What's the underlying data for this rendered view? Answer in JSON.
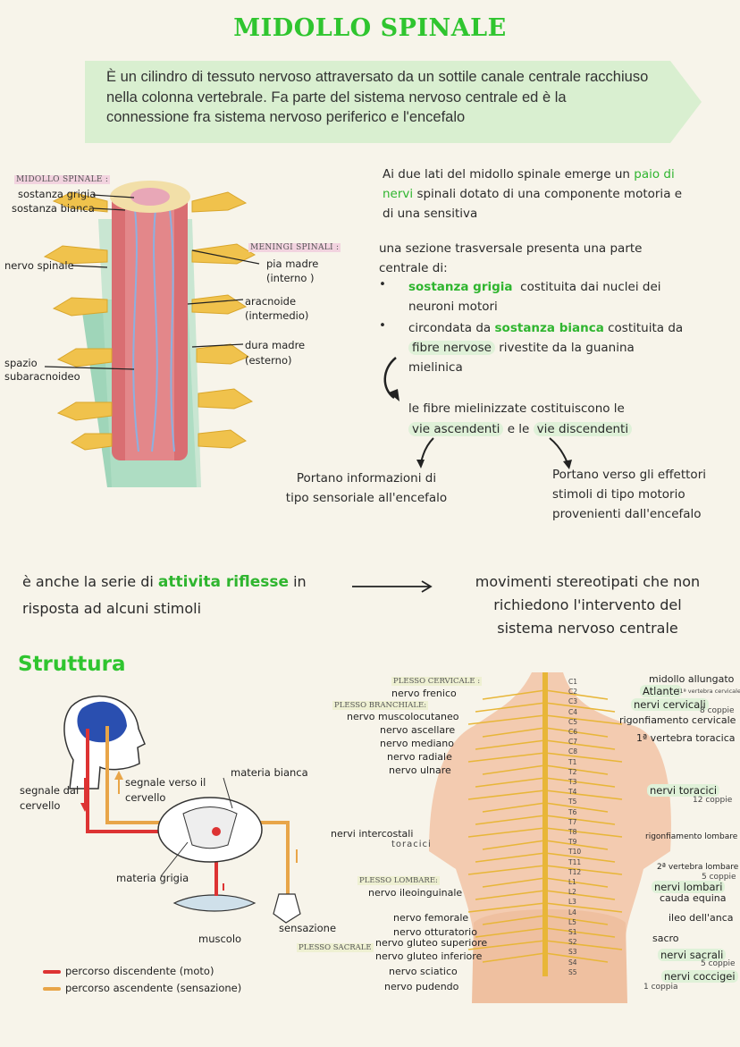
{
  "title": "MIDOLLO SPINALE",
  "intro": "È un cilindro di tessuto nervoso attraversato da un sottile canale centrale racchiuso nella colonna vertebrale. Fa parte del sistema nervoso centrale ed è la connessione fra sistema nervoso periferico e l'encefalo",
  "spinal_labels": {
    "header": "MIDOLLO SPINALE :",
    "grey": "sostanza grigia",
    "white": "sostanza bianca",
    "nerve": "nervo spinale",
    "space1": "spazio",
    "space2": "subaracnoideo",
    "meninges": "MENINGI SPINALI :",
    "pia1": "pia madre",
    "pia2": "(interno )",
    "arac1": "aracnoide",
    "arac2": "(intermedio)",
    "dura1": "dura madre",
    "dura2": "(esterno)"
  },
  "right_notes": {
    "p1a": "Ai due lati del midollo spinale emerge un",
    "p1b": "paio di",
    "p1c": "nervi",
    "p1d": "spinali dotato di una componente motoria e",
    "p1e": "di una sensitiva",
    "p2a": "una sezione trasversale presenta una parte",
    "p2b": "centrale di:",
    "b1a": "sostanza grigia",
    "b1b": "costituita dai nuclei dei",
    "b1c": "neuroni motori",
    "b2a": "circondata da",
    "b2b": "sostanza bianca",
    "b2c": "costituita da",
    "b2d": "fibre nervose",
    "b2e": "rivestite da la guanina",
    "b2f": "mielinica",
    "p3a": "le fibre mielinizzate costituiscono le",
    "p3b": "vie ascendenti",
    "p3c": "e le",
    "p3d": "vie discendenti",
    "left1": "Portano informazioni di",
    "left2": "tipo sensoriale all'encefalo",
    "right1": "Portano verso gli effettori",
    "right2": "stimoli di tipo motorio",
    "right3": "provenienti dall'encefalo"
  },
  "reflex": {
    "a": "è anche la serie di",
    "b": "attivita riflesse",
    "c": "in",
    "d": "risposta ad alcuni stimoli",
    "r1": "movimenti stereotipati che non",
    "r2": "richiedono l'intervento del",
    "r3": "sistema nervoso centrale"
  },
  "struttura": {
    "heading": "Struttura",
    "signal_from1": "segnale dal",
    "signal_from2": "cervello",
    "signal_to1": "segnale verso il",
    "signal_to2": "cervello",
    "white_matter": "materia bianca",
    "grey_matter": "materia grigia",
    "muscle": "muscolo",
    "sensation": "sensazione",
    "legend_down": "percorso discendente (moto)",
    "legend_up": "percorso ascendente (sensazione)"
  },
  "anatomy": {
    "left": [
      "PLESSO CERVICALE :",
      "nervo frenico",
      "PLESSO BRANCHIALE:",
      "nervo muscolocutaneo",
      "nervo ascellare",
      "nervo mediano",
      "nervo radiale",
      "nervo ulnare",
      "nervi intercostali",
      "toracici",
      "PLESSO LOMBARE:",
      "nervo ileoinguinale",
      "nervo femorale",
      "nervo otturatorio",
      "PLESSO SACRALE",
      "nervo gluteo superiore",
      "nervo gluteo inferiore",
      "nervo sciatico",
      "nervo pudendo"
    ],
    "right": [
      "midollo allungato",
      "Atlante",
      "(1ª vertebra cervicale)",
      "nervi cervicali",
      "8 coppie",
      "rigonfiamento cervicale",
      "1ª vertebra toracica",
      "nervi toracici",
      "12 coppie",
      "rigonfiamento lombare",
      "2ª vertebra lombare",
      "5 coppie",
      "nervi lombari",
      "cauda equina",
      "ileo dell'anca",
      "sacro",
      "nervi sacrali",
      "5 coppie",
      "nervi coccigei",
      "1 coppia"
    ],
    "vertebrae": [
      "C1",
      "C2",
      "C3",
      "C4",
      "C5",
      "C6",
      "C7",
      "C8",
      "T1",
      "T2",
      "T3",
      "T4",
      "T5",
      "T6",
      "T7",
      "T8",
      "T9",
      "T10",
      "T11",
      "T12",
      "L1",
      "L2",
      "L3",
      "L4",
      "L5",
      "S1",
      "S2",
      "S3",
      "S4",
      "S5"
    ]
  },
  "colors": {
    "title_green": "#2fc52f",
    "box_green": "#d9efd0",
    "pink": "#f2d3df"
  }
}
